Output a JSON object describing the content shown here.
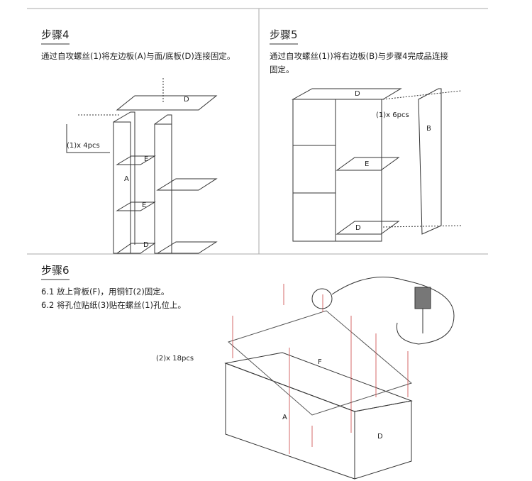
{
  "step4": {
    "title": "步骤4",
    "text": "通过自攻螺丝(1)将左边板(A)与面/底板(D)连接固定。",
    "labels": {
      "top": "D",
      "shelf1": "E",
      "side": "A",
      "shelf2": "E",
      "bottom": "D",
      "screws": "(1)x 4pcs"
    }
  },
  "step5": {
    "title": "步骤5",
    "text1": "通过自攻螺丝(1))将右边板(B)与步骤4完成品连接",
    "text2": "固定。",
    "labels": {
      "top": "D",
      "screws": "(1)x 6pcs",
      "side": "B",
      "shelf": "E",
      "bottom": "D"
    }
  },
  "step6": {
    "title": "步骤6",
    "line1": "6.1  放上背板(F)，用铜钉(2)固定。",
    "line2": "6.2  将孔位贴纸(3)贴在螺丝(1)孔位上。",
    "labels": {
      "nails": "(2)x 18pcs",
      "back": "F",
      "side": "A",
      "end": "D"
    }
  }
}
